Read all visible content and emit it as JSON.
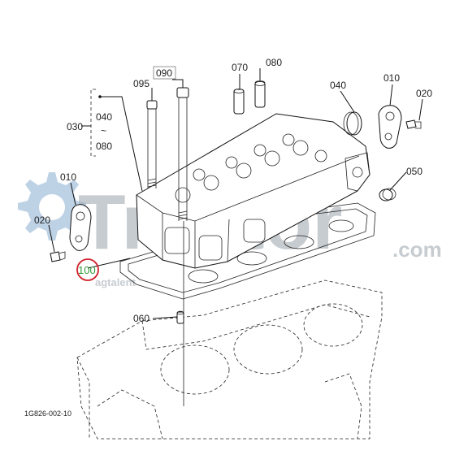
{
  "watermark": {
    "brand": "Tractor",
    "suffix": ".com",
    "sub": "agtalent"
  },
  "diagram_code": "1G826-002-10",
  "callouts": [
    {
      "id": "c095",
      "text": "095",
      "boxed": false
    },
    {
      "id": "c090",
      "text": "090",
      "boxed": true
    },
    {
      "id": "c070",
      "text": "070",
      "boxed": false
    },
    {
      "id": "c080",
      "text": "080",
      "boxed": false
    },
    {
      "id": "c040r",
      "text": "040",
      "boxed": false
    },
    {
      "id": "c010r",
      "text": "010",
      "boxed": false
    },
    {
      "id": "c020r",
      "text": "020",
      "boxed": false
    },
    {
      "id": "c050",
      "text": "050",
      "boxed": false
    },
    {
      "id": "c030",
      "text": "030",
      "boxed": false
    },
    {
      "id": "c010l",
      "text": "010",
      "boxed": false
    },
    {
      "id": "c020l",
      "text": "020",
      "boxed": false
    },
    {
      "id": "c100",
      "text": "100",
      "boxed": false,
      "highlighted": true
    },
    {
      "id": "c060",
      "text": "060",
      "boxed": false
    }
  ],
  "range_bracket": {
    "from": "040",
    "tilde": "~",
    "to": "080"
  },
  "colors": {
    "highlight_ring": "#d0202a",
    "highlight_text": "#2f9a3a",
    "watermark": "#9aa4ad",
    "line": "#111111"
  }
}
